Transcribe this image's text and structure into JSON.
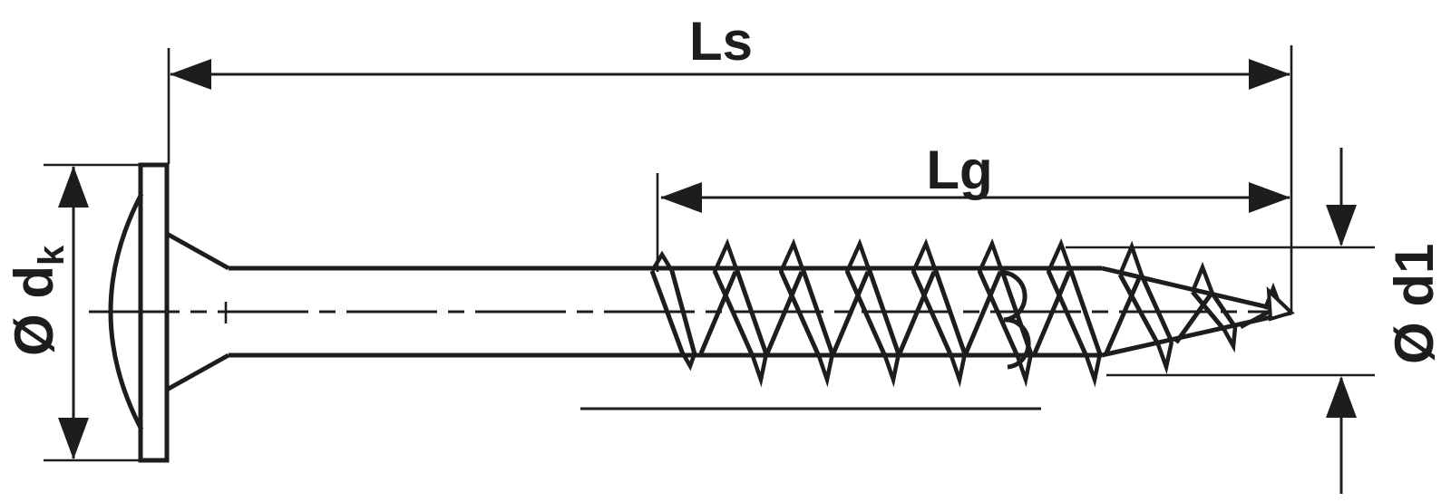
{
  "drawing": {
    "description": "Technical side-view line drawing of a washer-head wood screw with dimension annotations",
    "dimension_labels": {
      "total_length": "Ls",
      "thread_length": "Lg",
      "head_diameter_base": "Ø d",
      "head_diameter_subscript": "k",
      "shank_thread_diameter": "Ø d1"
    },
    "colors": {
      "ink": "#1d1d1b",
      "background": "#ffffff"
    }
  }
}
